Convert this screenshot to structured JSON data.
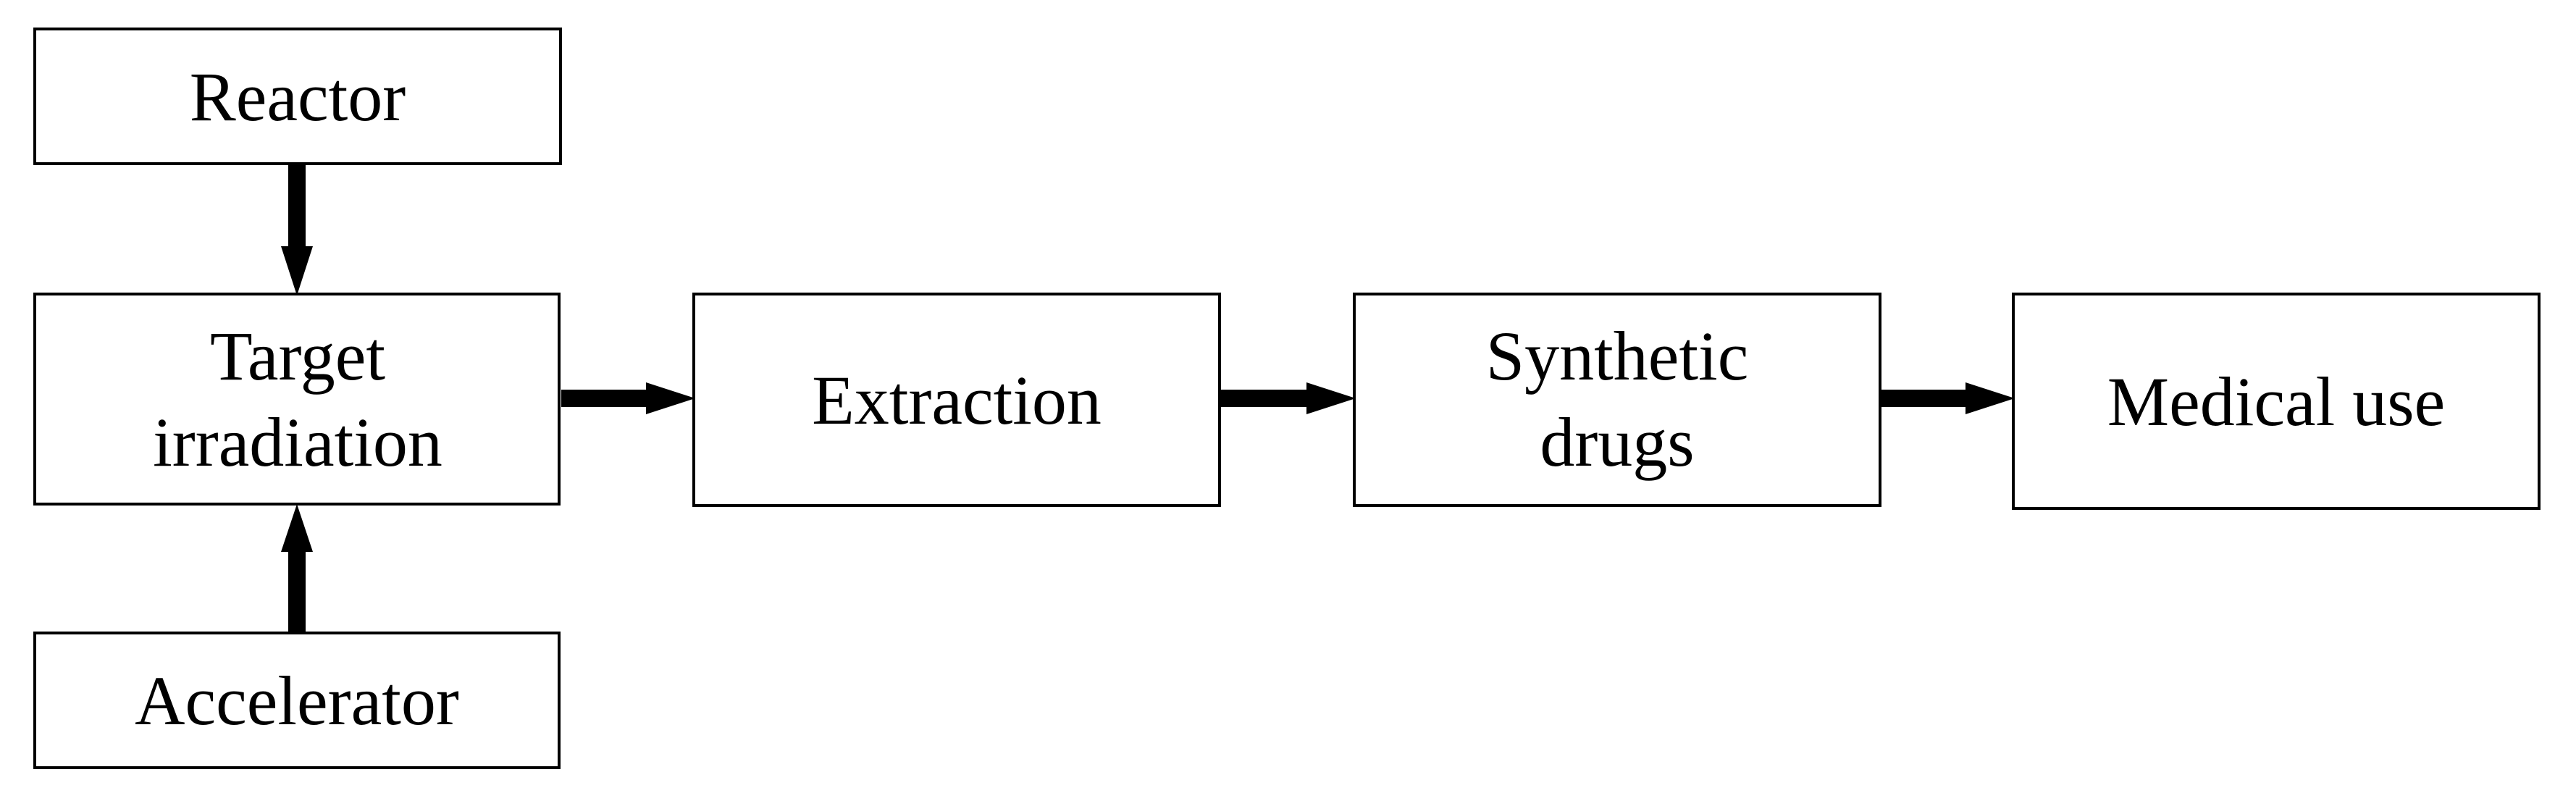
{
  "diagram": {
    "nodes": {
      "reactor": {
        "lines": [
          "Reactor"
        ]
      },
      "target_irradiation": {
        "lines": [
          "Target",
          "irradiation"
        ]
      },
      "accelerator": {
        "lines": [
          "Accelerator"
        ]
      },
      "extraction": {
        "lines": [
          "Extraction"
        ]
      },
      "synthetic_drugs": {
        "lines": [
          "Synthetic",
          "drugs"
        ]
      },
      "medical_use": {
        "lines": [
          "Medical use"
        ]
      }
    },
    "edges": [
      {
        "from": "reactor",
        "to": "target_irradiation"
      },
      {
        "from": "accelerator",
        "to": "target_irradiation"
      },
      {
        "from": "target_irradiation",
        "to": "extraction"
      },
      {
        "from": "extraction",
        "to": "synthetic_drugs"
      },
      {
        "from": "synthetic_drugs",
        "to": "medical_use"
      }
    ],
    "colors": {
      "stroke": "#000000",
      "fill": "#ffffff"
    }
  }
}
